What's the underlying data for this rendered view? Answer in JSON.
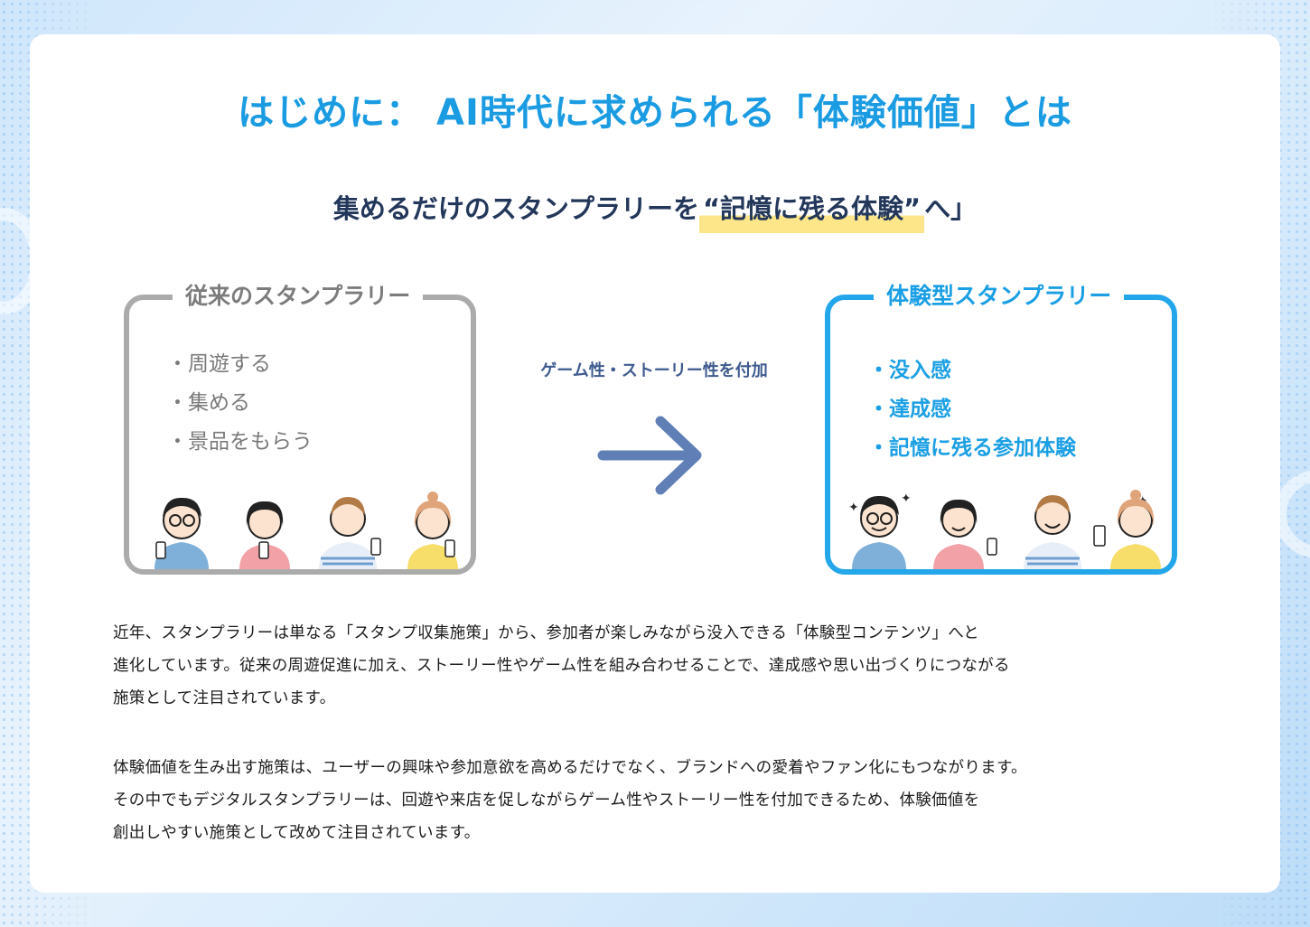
{
  "title": "はじめに： AI時代に求められる「体験価値」とは",
  "subtitle": {
    "before": "集めるだけのスタンプラリーを",
    "highlight": "“記憶に残る体験”",
    "after": "へ」"
  },
  "traditional": {
    "title": "従来のスタンプラリー",
    "items": [
      "・周遊する",
      "・集める",
      "・景品をもらう"
    ]
  },
  "arrow_label": "ゲーム性・ストーリー性を付加",
  "experiential": {
    "title": "体験型スタンプラリー",
    "items": [
      "・没入感",
      "・達成感",
      "・記憶に残る参加体験"
    ]
  },
  "paragraphs": [
    [
      "近年、スタンプラリーは単なる「スタンプ収集施策」から、参加者が楽しみながら没入できる「体験型コンテンツ」へと",
      "進化しています。従来の周遊促進に加え、ストーリー性やゲーム性を組み合わせることで、達成感や思い出づくりにつながる",
      "施策として注目されています。"
    ],
    [
      "体験価値を生み出す施策は、ユーザーの興味や参加意欲を高めるだけでなく、ブランドへの愛着やファン化にもつながります。",
      "その中でもデジタルスタンプラリーは、回遊や来店を促しながらゲーム性やストーリー性を付加できるため、体験価値を",
      "創出しやすい施策として改めて注目されています。"
    ]
  ],
  "colors": {
    "accent_blue": "#1a9be2",
    "navy": "#22375a",
    "arrow": "#5f7fb6",
    "gray_border": "#ababab",
    "highlight_yellow": "#fde68a"
  }
}
